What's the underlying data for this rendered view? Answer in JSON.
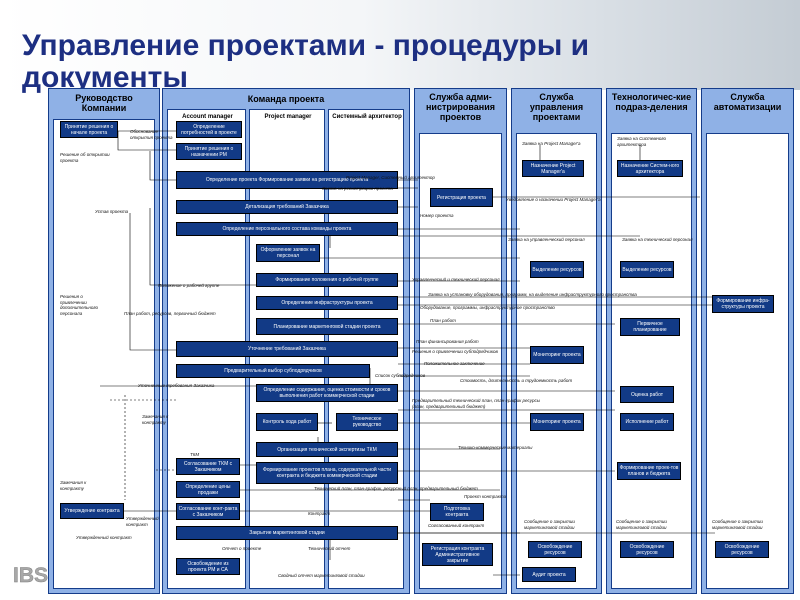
{
  "title": "Управление проектами - процедуры и документы",
  "logo_text": "IBS",
  "columns": {
    "leadership": "Руководство Компании",
    "team": "Команда проекта",
    "team_sub": [
      "Account manager",
      "Project manager",
      "Системный архитектор"
    ],
    "admin": "Служба адми-нистрирования проектов",
    "pm_service": "Служба управления проектами",
    "tech": "Технологичес-кие подраз-деления",
    "automation": "Служба автоматизации"
  },
  "boxes": [
    {
      "id": "b1",
      "text": "Принятие решения о начале проекта"
    },
    {
      "id": "b2",
      "text": "Определение потребностей в проекте"
    },
    {
      "id": "b3",
      "text": "Принятие решения о назначении PM"
    },
    {
      "id": "b4",
      "text": "Определение проекта Формирование заявки на регистрацию проекта"
    },
    {
      "id": "b5",
      "text": "Регистрация проекта"
    },
    {
      "id": "b6",
      "text": "Назначение Project Manager'a"
    },
    {
      "id": "b7",
      "text": "Назначение Систем-ного архитектора"
    },
    {
      "id": "b8",
      "text": "Детализация требований Заказчика"
    },
    {
      "id": "b9",
      "text": "Определение персонального состава команды проекта"
    },
    {
      "id": "b10",
      "text": "Оформление заявок на персонал"
    },
    {
      "id": "b11",
      "text": "Выделение ресурсов"
    },
    {
      "id": "b12",
      "text": "Выделение ресурсов"
    },
    {
      "id": "b13",
      "text": "Формирование положения о рабочей группе"
    },
    {
      "id": "b14",
      "text": "Определение инфраструктуры проекта"
    },
    {
      "id": "b15",
      "text": "Формирование инфра-структуры проекта"
    },
    {
      "id": "b16",
      "text": "Планирование маркетинговой стадии проекта"
    },
    {
      "id": "b17",
      "text": "Первичное планирование"
    },
    {
      "id": "b18",
      "text": "Уточнение требований Заказчика"
    },
    {
      "id": "b19",
      "text": "Мониторинг проекта"
    },
    {
      "id": "b20",
      "text": "Предварительный выбор субподрядчиков"
    },
    {
      "id": "b21",
      "text": "Определение содержания, оценка стоимости и сроков выполнения работ коммерческой стадии"
    },
    {
      "id": "b22",
      "text": "Оценка работ"
    },
    {
      "id": "b23",
      "text": "Контроль хода работ"
    },
    {
      "id": "b24",
      "text": "Техническое руководство"
    },
    {
      "id": "b25",
      "text": "Мониторинг проекта"
    },
    {
      "id": "b26",
      "text": "Исполнение работ"
    },
    {
      "id": "b27",
      "text": "Организация технической экспертизы ТКМ"
    },
    {
      "id": "b28",
      "text": "Согласование ТКМ с Заказчиком"
    },
    {
      "id": "b29",
      "text": "Формирование проектов плана, содержательной части контракта и бюджета коммерческой стадии"
    },
    {
      "id": "b30",
      "text": "Формирование проек-тов планов и бюджета"
    },
    {
      "id": "b31",
      "text": "Определение цены продажи"
    },
    {
      "id": "b32",
      "text": "Утверждение контракта"
    },
    {
      "id": "b33",
      "text": "Согласование конт-ракта с Заказчиком"
    },
    {
      "id": "b34",
      "text": "Подготовка контракта"
    },
    {
      "id": "b35",
      "text": "Закрытие маркетинговой стадии"
    },
    {
      "id": "b36",
      "text": "Освобождение ресурсов"
    },
    {
      "id": "b37",
      "text": "Освобождение ресурсов"
    },
    {
      "id": "b38",
      "text": "Освобождение ресурсов"
    },
    {
      "id": "b39",
      "text": "Регистрация контракта Административное закрытие"
    },
    {
      "id": "b40",
      "text": "Освобождение из проекта PM и СА"
    },
    {
      "id": "b41",
      "text": "Аудит проекта"
    }
  ],
  "notes": [
    {
      "id": "n1",
      "text": "Обоснование открытия проекта"
    },
    {
      "id": "n2",
      "text": "Решение об открытии проекта"
    },
    {
      "id": "n3",
      "text": "Project Manager, Системный архитектор"
    },
    {
      "id": "n4",
      "text": "Заявка на Project Manager'a"
    },
    {
      "id": "n5",
      "text": "Заявка на Системного архитектора"
    },
    {
      "id": "n6",
      "text": "Заявка на регистрацию проекта"
    },
    {
      "id": "n7",
      "text": "Уведомление о назначении Project Manager'a"
    },
    {
      "id": "n8",
      "text": "Устав проекта"
    },
    {
      "id": "n9",
      "text": "Номер проекта"
    },
    {
      "id": "n10",
      "text": "Заявка на управленческий персонал"
    },
    {
      "id": "n11",
      "text": "Заявка на технический персонал"
    },
    {
      "id": "n12",
      "text": "Положение о рабочей группе"
    },
    {
      "id": "n13",
      "text": "Управленческий и технический персонал"
    },
    {
      "id": "n14",
      "text": "Заявка на установку оборудования, программ, на выделение инфраструктурного пространства"
    },
    {
      "id": "n15",
      "text": "Оборудование, программы, инфраструктурное пространство"
    },
    {
      "id": "n16",
      "text": "Решения о привлечении дополнительного персонала"
    },
    {
      "id": "n17",
      "text": "План работ, ресурсов, первичный бюджет"
    },
    {
      "id": "n18",
      "text": "План работ"
    },
    {
      "id": "n19",
      "text": "План финансирования работ"
    },
    {
      "id": "n20",
      "text": "Решения о привлечении субподрядчиков"
    },
    {
      "id": "n21",
      "text": "Положительное заключение"
    },
    {
      "id": "n22",
      "text": "Список субподрядчиков"
    },
    {
      "id": "n23",
      "text": "Уточненные требования Заказчика"
    },
    {
      "id": "n24",
      "text": "Стоимость, длительность и трудоемкость работ"
    },
    {
      "id": "n25",
      "text": "Предварительный технический план, план-график ресурсы (план, предварительный бюджет)"
    },
    {
      "id": "n26",
      "text": "Замечания к контракту"
    },
    {
      "id": "n27",
      "text": "ТКМ"
    },
    {
      "id": "n28",
      "text": "Технико-коммерческие материалы"
    },
    {
      "id": "n29",
      "text": "Замечания к контракту"
    },
    {
      "id": "n30",
      "text": "Технический план, план-график, ресурсный план, предварительный бюджет"
    },
    {
      "id": "n31",
      "text": "Проект контракта"
    },
    {
      "id": "n32",
      "text": "Согласованный контракт"
    },
    {
      "id": "n33",
      "text": "Контракт"
    },
    {
      "id": "n34",
      "text": "Утвержденный контракт"
    },
    {
      "id": "n35",
      "text": "Утвержденный контракт"
    },
    {
      "id": "n36",
      "text": "Сообщение о закрытии маркетинговой стадии"
    },
    {
      "id": "n37",
      "text": "Сообщение о закрытии маркетинговой стадии"
    },
    {
      "id": "n38",
      "text": "Сообщение о закрытии маркетинговой стадии"
    },
    {
      "id": "n39",
      "text": "Отчет о проекте"
    },
    {
      "id": "n40",
      "text": "Технический отчет"
    },
    {
      "id": "n41",
      "text": "Сводный отчет маркетинговой стадии"
    }
  ]
}
